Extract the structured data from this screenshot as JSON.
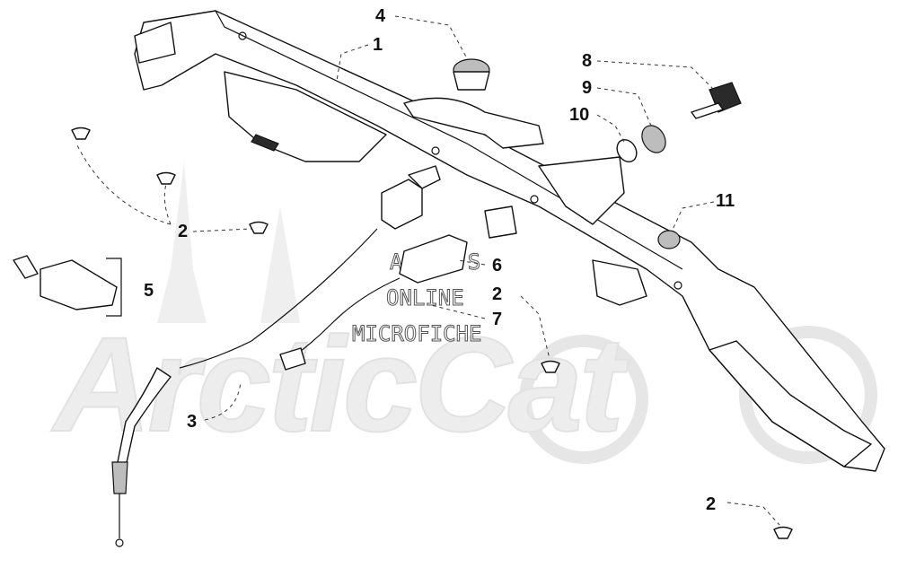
{
  "watermark": {
    "brand": "ArcticCat",
    "line1": "ALLSM'S",
    "line2": "ONLINE",
    "line3": "MICROFICHE"
  },
  "callouts": [
    {
      "id": "c1",
      "label": "1"
    },
    {
      "id": "c2a",
      "label": "2"
    },
    {
      "id": "c2b",
      "label": "2"
    },
    {
      "id": "c2c",
      "label": "2"
    },
    {
      "id": "c3",
      "label": "3"
    },
    {
      "id": "c4",
      "label": "4"
    },
    {
      "id": "c5",
      "label": "5"
    },
    {
      "id": "c6",
      "label": "6"
    },
    {
      "id": "c7",
      "label": "7"
    },
    {
      "id": "c8",
      "label": "8"
    },
    {
      "id": "c9",
      "label": "9"
    },
    {
      "id": "c10",
      "label": "10"
    },
    {
      "id": "c11",
      "label": "11"
    }
  ]
}
